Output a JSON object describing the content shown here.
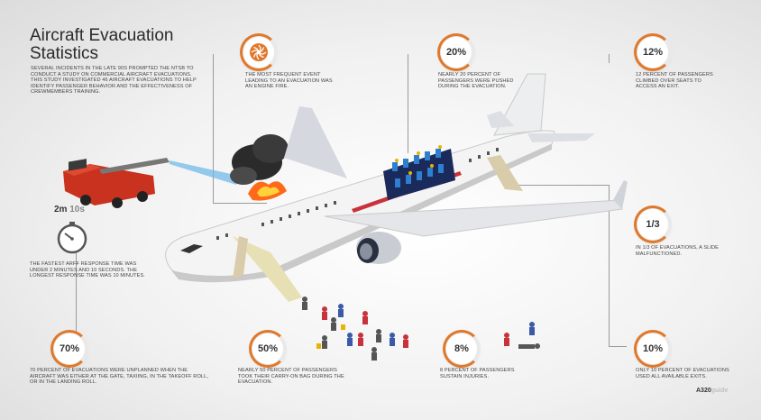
{
  "title_line1": "Aircraft Evacuation",
  "title_line2": "Statistics",
  "intro": "SEVERAL INCIDENTS IN THE LATE 90S PROMPTED THE NTSB TO CONDUCT A STUDY ON COMMERCIAL AIRCRAFT EVACUATIONS. THIS STUDY INVESTIGATED 46 AIRCRAFT EVACUATIONS TO HELP IDENTIFY PASSENGER BEHAVIOR AND THE EFFECTIVENESS OF CREWMEMBERS TRAINING.",
  "stats": {
    "engine": {
      "icon": "engine-icon",
      "caption": "THE MOST FREQUENT EVENT LEADING TO AN EVACUATION WAS AN ENGINE FIRE."
    },
    "pushed": {
      "value": "20%",
      "caption": "NEARLY 20 PERCENT OF PASSENGERS WERE PUSHED DURING THE EVACUATION."
    },
    "seats": {
      "value": "12%",
      "caption": "12 PERCENT OF PASSENGERS CLIMBED OVER SEATS TO ACCESS AN EXIT."
    },
    "slide": {
      "value": "1/3",
      "caption": "IN 1/3 OF EVACUATIONS, A SLIDE MALFUNCTIONED."
    },
    "unplanned": {
      "value": "70%",
      "caption": "70 PERCENT OF EVACUATIONS WERE UNPLANNED WHEN THE AIRCRAFT WAS EITHER AT THE GATE, TAXIING, IN THE TAKEOFF ROLL, OR IN THE LANDING ROLL."
    },
    "carryon": {
      "value": "50%",
      "caption": "NEARLY 50 PERCENT OF PASSENGERS TOOK THEIR CARRY-ON BAG DURING THE EVACUATION."
    },
    "injuries": {
      "value": "8%",
      "caption": "8 PERCENT OF PASSENGERS SUSTAIN INJURIES."
    },
    "exits": {
      "value": "10%",
      "caption": "ONLY 10 PERCENT OF EVACUATIONS USED ALL AVAILABLE EXITS."
    }
  },
  "timer": {
    "minutes": "2m",
    "seconds": "10s",
    "icon": "stopwatch-icon",
    "caption": "THE FASTEST ARFF RESPONSE TIME WAS UNDER 2 MINUTES AND 10 SECONDS. THE LONGEST RESPONSE TIME WAS 10 MINUTES."
  },
  "logo": {
    "part1": "A320",
    "part2": "guide"
  },
  "colors": {
    "accent": "#e0782b",
    "plane": "#f4f4f4",
    "stripe": "#c8323a",
    "truck": "#c8321e"
  }
}
